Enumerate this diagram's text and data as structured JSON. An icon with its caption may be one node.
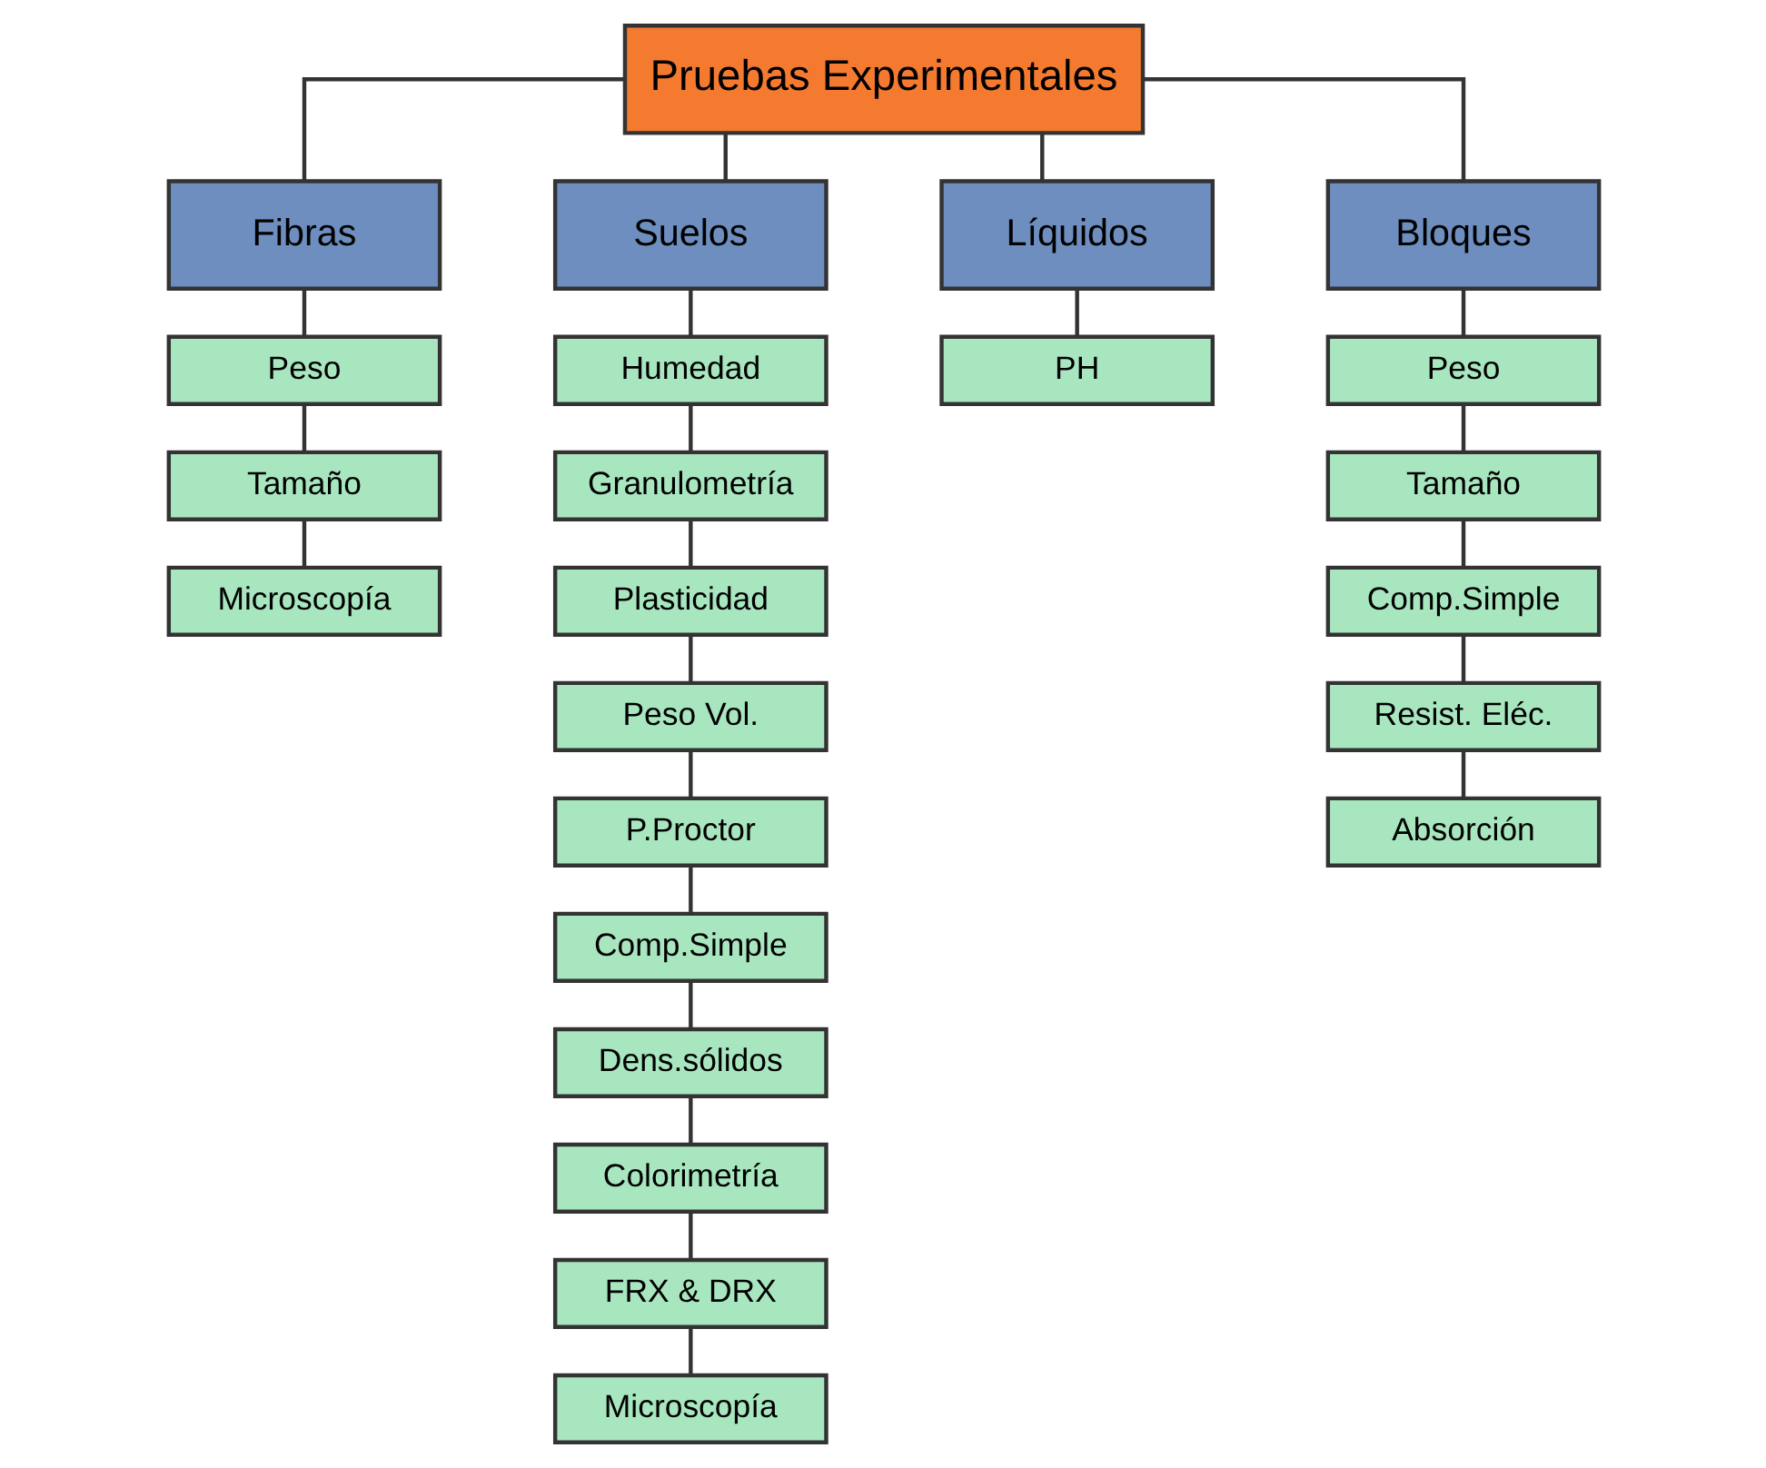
{
  "diagram": {
    "nodes": [
      {
        "text": [
          "Pruebas Experimentales"
        ]
      },
      {
        "text": [
          "Fibras"
        ]
      },
      {
        "text": [
          "Suelos"
        ]
      },
      {
        "text": [
          "Líquidos"
        ]
      },
      {
        "text": [
          "Bloques"
        ]
      },
      {
        "text": [
          "Peso"
        ]
      },
      {
        "text": [
          "Tamaño"
        ]
      },
      {
        "text": [
          "Microscopía"
        ]
      },
      {
        "text": [
          "Humedad"
        ]
      },
      {
        "text": [
          "Granulometría"
        ]
      },
      {
        "text": [
          "Plasticidad"
        ]
      },
      {
        "text": [
          "Peso Vol."
        ]
      },
      {
        "text": [
          "P.Proctor"
        ]
      },
      {
        "text": [
          "Comp.Simple"
        ]
      },
      {
        "text": [
          "Dens.sólidos"
        ]
      },
      {
        "text": [
          "Colorimetría"
        ]
      },
      {
        "text": [
          "FRX & DRX"
        ]
      },
      {
        "text": [
          "Microscopía"
        ]
      },
      {
        "text": [
          "PH"
        ]
      },
      {
        "text": [
          "Peso"
        ]
      },
      {
        "text": [
          "Tamaño"
        ]
      },
      {
        "text": [
          "Comp.Simple"
        ]
      },
      {
        "text": [
          "Resist. Eléc."
        ]
      },
      {
        "text": [
          "Absorción"
        ]
      }
    ],
    "edges": [
      {
        "from": 0,
        "to": 1,
        "arrow": "none"
      },
      {
        "from": 0,
        "to": 2,
        "arrow": "none"
      },
      {
        "from": 0,
        "to": 3,
        "arrow": "none"
      },
      {
        "from": 0,
        "to": 4,
        "arrow": "none"
      },
      {
        "from": 1,
        "to": 5,
        "arrow": "none"
      },
      {
        "from": 5,
        "to": 6,
        "arrow": "none"
      },
      {
        "from": 6,
        "to": 7,
        "arrow": "none"
      },
      {
        "from": 2,
        "to": 8,
        "arrow": "none"
      },
      {
        "from": 8,
        "to": 9,
        "arrow": "none"
      },
      {
        "from": 9,
        "to": 10,
        "arrow": "none"
      },
      {
        "from": 10,
        "to": 11,
        "arrow": "none"
      },
      {
        "from": 11,
        "to": 12,
        "arrow": "none"
      },
      {
        "from": 12,
        "to": 13,
        "arrow": "none"
      },
      {
        "from": 13,
        "to": 14,
        "arrow": "none"
      },
      {
        "from": 14,
        "to": 15,
        "arrow": "none"
      },
      {
        "from": 15,
        "to": 16,
        "arrow": "none"
      },
      {
        "from": 16,
        "to": 17,
        "arrow": "none"
      },
      {
        "from": 3,
        "to": 18,
        "arrow": "none"
      },
      {
        "from": 4,
        "to": 19,
        "arrow": "none"
      },
      {
        "from": 19,
        "to": 20,
        "arrow": "none"
      },
      {
        "from": 20,
        "to": 21,
        "arrow": "none"
      },
      {
        "from": 21,
        "to": 22,
        "arrow": "none"
      },
      {
        "from": 22,
        "to": 23,
        "arrow": "none"
      }
    ]
  }
}
